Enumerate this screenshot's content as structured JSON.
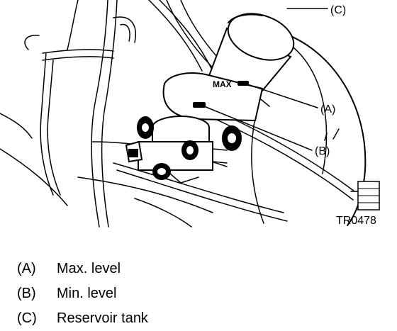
{
  "diagram": {
    "figure_id": "TR0478",
    "max_marking": "MAX",
    "callouts": [
      {
        "key": "(A)"
      },
      {
        "key": "(B)"
      },
      {
        "key": "(C)"
      }
    ]
  },
  "legend": [
    {
      "key": "(A)",
      "label": "Max. level"
    },
    {
      "key": "(B)",
      "label": "Min. level"
    },
    {
      "key": "(C)",
      "label": "Reservoir tank"
    }
  ]
}
